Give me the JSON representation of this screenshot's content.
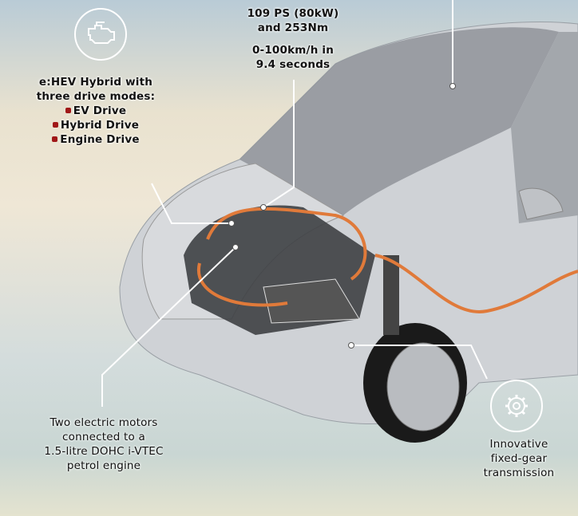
{
  "engine_callout": {
    "icon": "engine-icon",
    "title_line1": "e:HEV Hybrid with",
    "title_line2": "three drive modes:",
    "modes": [
      "EV Drive",
      "Hybrid Drive",
      "Engine Drive"
    ],
    "bullet_color": "#a01818"
  },
  "performance_callout": {
    "power_line1": "109 PS (80kW)",
    "power_line2": "and 253Nm",
    "accel_line1": "0-100km/h in",
    "accel_line2": "9.4 seconds"
  },
  "motors_callout": {
    "lines": [
      "Two electric motors",
      "connected to a",
      "1.5-litre DOHC i-VTEC",
      "petrol engine"
    ]
  },
  "transmission_callout": {
    "icon": "gear-icon",
    "lines": [
      "Innovative",
      "fixed-gear",
      "transmission"
    ]
  },
  "colors": {
    "cable": "#e07a3a",
    "car_body": "#cfd2d6"
  }
}
